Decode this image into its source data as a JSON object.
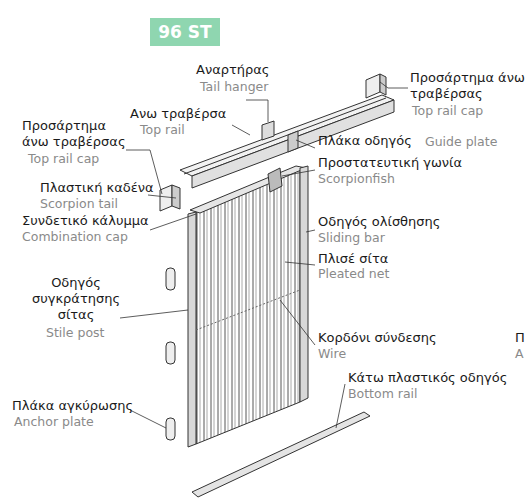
{
  "diagram": {
    "nodes": [
      {
        "text": [
          "96 ST"
        ]
      }
    ],
    "labels": [
      "Αναρτήρας",
      "Tail hanger",
      "Ανω τραβέρσα",
      "Top rail",
      "Προσάρτημα άνω τραβέρσας",
      "Top rail cap",
      "Προσάρτημα άνω τραβέρσας",
      "Top rail cap",
      "Πλάκα οδηγός",
      "Guide plate",
      "Προστατευτική γωνία",
      "Scorpionfish",
      "Πλαστική καδένα",
      "Scorpion tail",
      "Συνδετικό κάλυμμα",
      "Combination cap",
      "Οδηγός ολίσθησης",
      "Sliding bar",
      "Πλισέ σίτα",
      "Pleated net",
      "Οδηγός συγκράτησης σίτας",
      "Stile post",
      "Κορδόνι σύνδεσης",
      "Wire",
      "Κάτω πλαστικός οδηγός",
      "Bottom rail",
      "Πλάκα αγκύρωσης",
      "Anchor plate",
      "Π",
      "A"
    ]
  }
}
